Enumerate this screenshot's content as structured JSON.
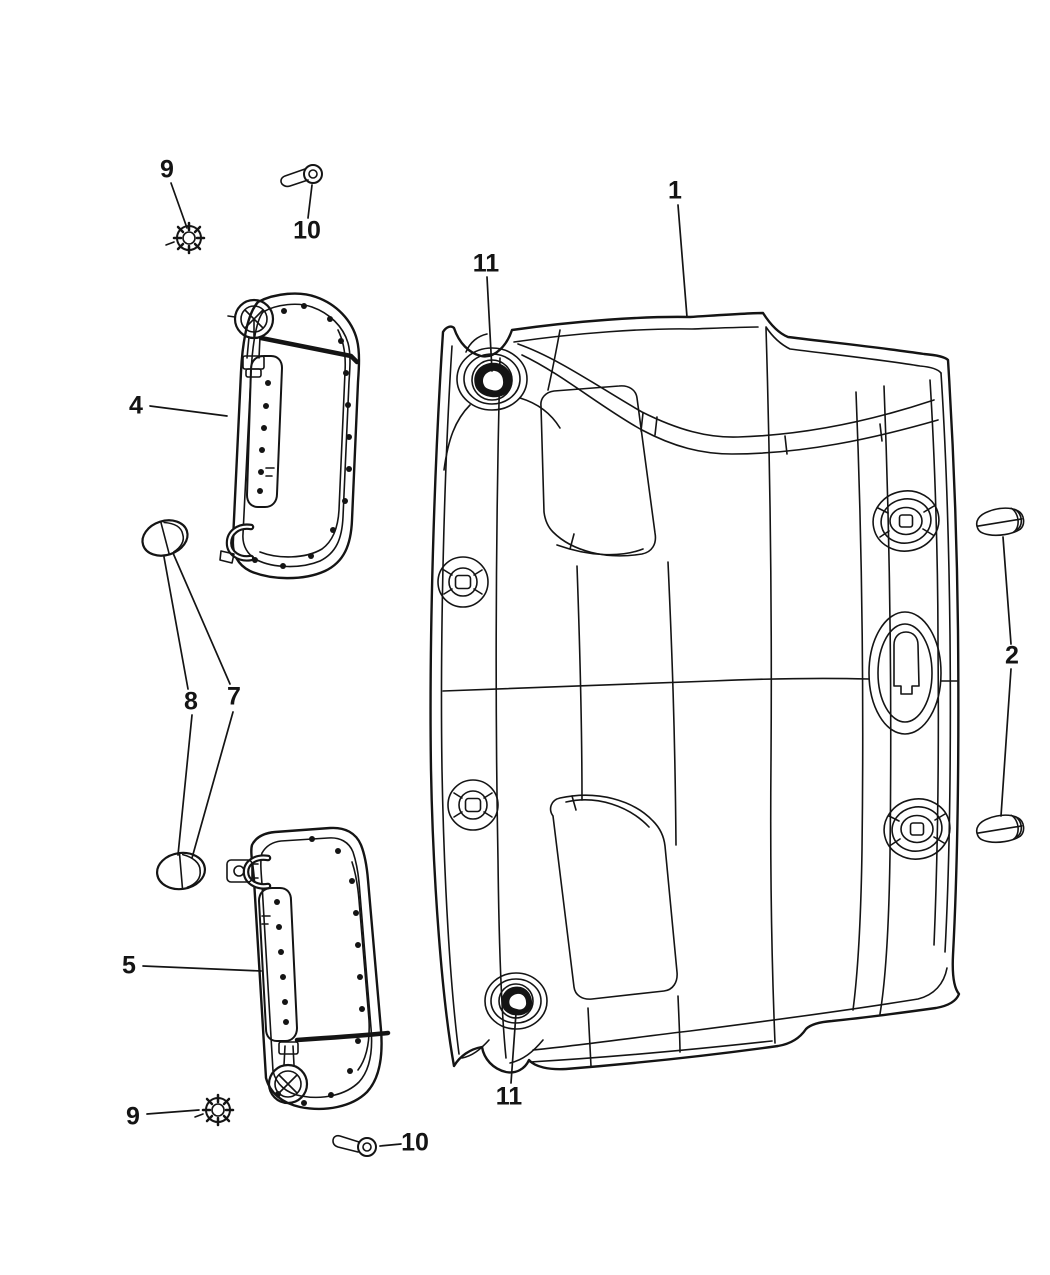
{
  "canvas": {
    "background": "#ffffff",
    "line_color": "#141414"
  },
  "callouts": {
    "headliner": {
      "label": "1"
    },
    "cap_set": {
      "label": "2"
    },
    "visor_upper": {
      "label": "4"
    },
    "visor_lower": {
      "label": "5"
    },
    "clip_7": {
      "label": "7"
    },
    "clip_8": {
      "label": "8"
    },
    "nut_upper": {
      "label": "9"
    },
    "nut_lower": {
      "label": "9"
    },
    "screw_upper": {
      "label": "10"
    },
    "screw_lower": {
      "label": "10"
    },
    "mount_upper": {
      "label": "11"
    },
    "mount_lower": {
      "label": "11"
    }
  }
}
